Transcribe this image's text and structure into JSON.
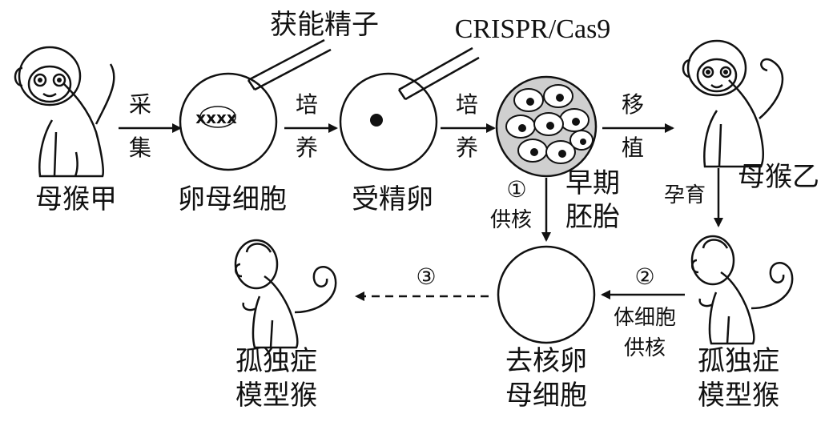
{
  "nodes": {
    "mother_a": "母猴甲",
    "oocyte": "卵母细胞",
    "fertilized_egg": "受精卵",
    "early_embryo_line1": "早期",
    "early_embryo_line2": "胚胎",
    "mother_b": "母猴乙",
    "enucleated_line1": "去核卵",
    "enucleated_line2": "母细胞",
    "model_monkey_right_line1": "孤独症",
    "model_monkey_right_line2": "模型猴",
    "model_monkey_left_line1": "孤独症",
    "model_monkey_left_line2": "模型猴"
  },
  "labels": {
    "capacitated_sperm": "获能精子",
    "crispr": "CRISPR/Cas9"
  },
  "arrows": {
    "collect_top": "采",
    "collect_bottom": "集",
    "culture1_top": "培",
    "culture1_bottom": "养",
    "culture2_top": "培",
    "culture2_bottom": "养",
    "transfer_top": "移",
    "transfer_bottom": "植",
    "gestation": "孕育",
    "step1_num": "①",
    "step1_text": "供核",
    "step2_num": "②",
    "step2_text_line1": "体细胞",
    "step2_text_line2": "供核",
    "step3_num": "③"
  },
  "icons": [
    "monkey-icon",
    "oocyte-cell-icon",
    "zygote-cell-icon",
    "embryo-cluster-icon",
    "micropipette-icon"
  ]
}
